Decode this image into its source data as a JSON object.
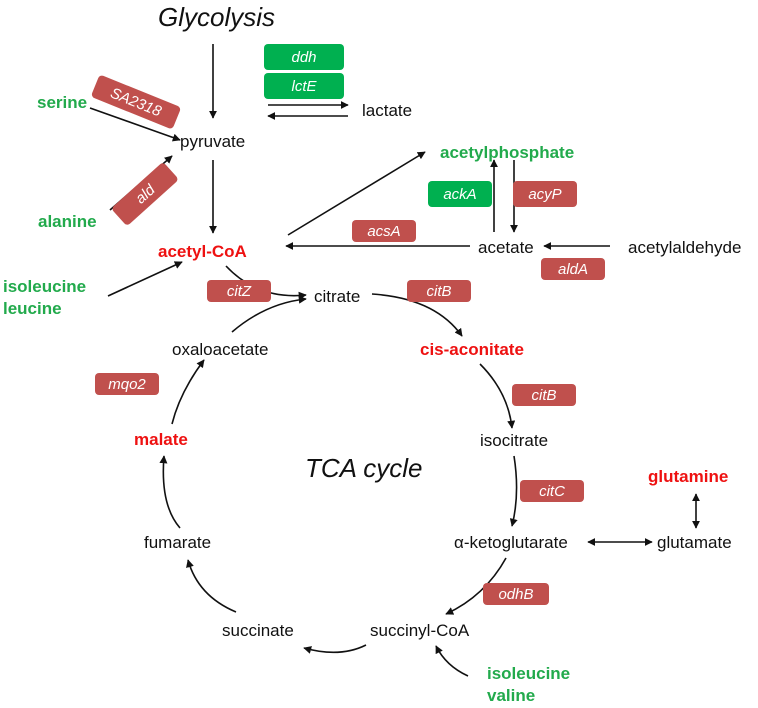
{
  "title": "Glycolysis",
  "cycle_label": "TCA cycle",
  "metabolites": {
    "pyruvate": "pyruvate",
    "lactate": "lactate",
    "serine": "serine",
    "alanine": "alanine",
    "acetylphosphate": "acetylphosphate",
    "acetyl_coa": "acetyl-CoA",
    "acetate": "acetate",
    "acetylaldehyde": "acetylaldehyde",
    "isoleucine_1": "isoleucine",
    "leucine": "leucine",
    "citrate": "citrate",
    "oxaloacetate": "oxaloacetate",
    "cis_aconitate": "cis-aconitate",
    "isocitrate": "isocitrate",
    "malate": "malate",
    "glutamine": "glutamine",
    "fumarate": "fumarate",
    "alpha_ketoglutarate": "α-ketoglutarate",
    "glutamate": "glutamate",
    "succinate": "succinate",
    "succinyl_coa": "succinyl-CoA",
    "isoleucine_2": "isoleucine",
    "valine": "valine"
  },
  "genes": {
    "ddh": "ddh",
    "lctE": "lctE",
    "SA2318": "SA2318",
    "ald": "ald",
    "ackA": "ackA",
    "acyP": "acyP",
    "acsA": "acsA",
    "aldA": "aldA",
    "citZ": "citZ",
    "citB_1": "citB",
    "citB_2": "citB",
    "mqo2": "mqo2",
    "citC": "citC",
    "odhB": "odhB"
  },
  "colors": {
    "highlight_red": "#ee1111",
    "highlight_green": "#22aa4c",
    "gene_red": "#c0504d",
    "gene_green": "#00b050",
    "text": "#111111"
  }
}
